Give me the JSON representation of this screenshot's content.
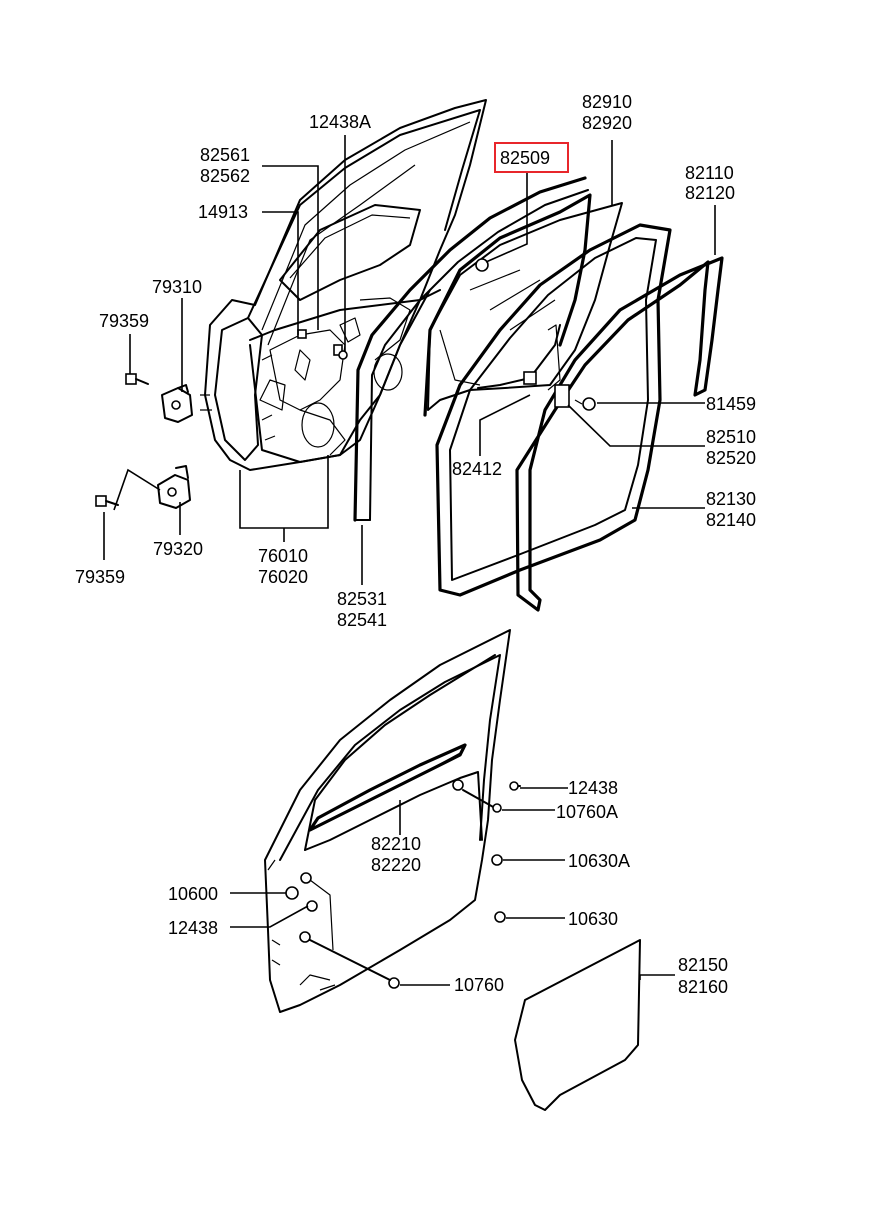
{
  "labels": {
    "p12438A": "12438A",
    "p82561": "82561",
    "p82562": "82562",
    "p14913": "14913",
    "p79310": "79310",
    "p79359a": "79359",
    "p79359b": "79359",
    "p79320": "79320",
    "p76010": "76010",
    "p76020": "76020",
    "p82531": "82531",
    "p82541": "82541",
    "p82509": "82509",
    "p82910": "82910",
    "p82920": "82920",
    "p82110": "82110",
    "p82120": "82120",
    "p81459": "81459",
    "p82510": "82510",
    "p82520": "82520",
    "p82412": "82412",
    "p82130": "82130",
    "p82140": "82140",
    "p12438b": "12438",
    "p10760A": "10760A",
    "p82210": "82210",
    "p82220": "82220",
    "p10630A": "10630A",
    "p10600": "10600",
    "p12438c": "12438",
    "p10630": "10630",
    "p10760": "10760",
    "p82150": "82150",
    "p82160": "82160"
  },
  "highlight": {
    "part": "82509",
    "color": "#e8262b"
  }
}
